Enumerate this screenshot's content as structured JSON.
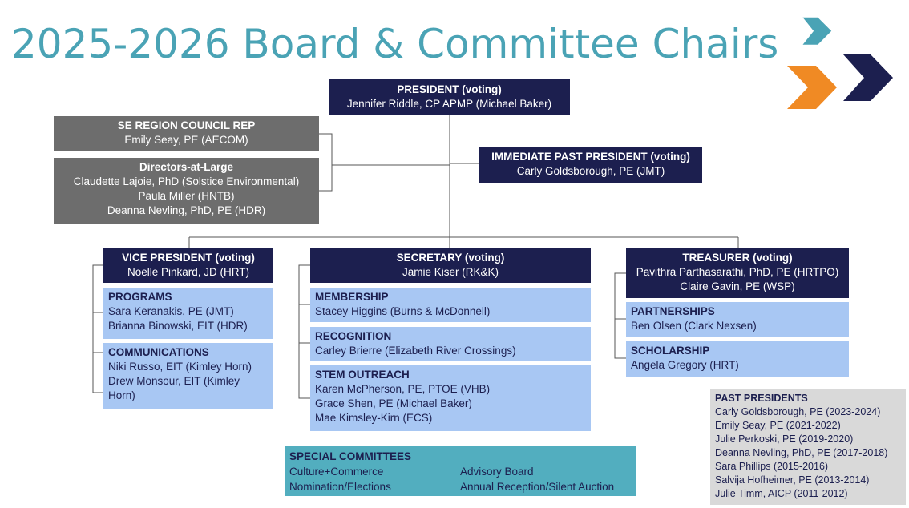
{
  "title": "2025-2026 Board & Committee Chairs",
  "colors": {
    "title": "#4aa3b5",
    "navy": "#1c1f4f",
    "gray": "#6d6d6d",
    "light_blue": "#a8c7f3",
    "teal": "#52aebf",
    "orange": "#f08a24",
    "past_bg": "#d9d9d9"
  },
  "president": {
    "title": "PRESIDENT (voting)",
    "name": "Jennifer Riddle, CP APMP (Michael Baker)"
  },
  "se_region": {
    "title": "SE REGION COUNCIL REP",
    "name": "Emily Seay, PE (AECOM)"
  },
  "directors": {
    "title": "Directors-at-Large",
    "names": [
      "Claudette Lajoie, PhD (Solstice Environmental)",
      "Paula Miller (HNTB)",
      "Deanna Nevling, PhD, PE (HDR)"
    ]
  },
  "past_president": {
    "title": "IMMEDIATE PAST PRESIDENT (voting)",
    "name": "Carly Goldsborough, PE (JMT)"
  },
  "vice_president": {
    "title": "VICE PRESIDENT (voting)",
    "name": "Noelle Pinkard, JD (HRT)",
    "committees": [
      {
        "title": "PROGRAMS",
        "lines": [
          "Sara Keranakis, PE (JMT)",
          "Brianna Binowski, EIT (HDR)"
        ]
      },
      {
        "title": "COMMUNICATIONS",
        "lines": [
          "Niki Russo, EIT (Kimley Horn)",
          "Drew Monsour, EIT (Kimley",
          "Horn)"
        ]
      }
    ]
  },
  "secretary": {
    "title": "SECRETARY (voting)",
    "name": "Jamie Kiser (RK&K)",
    "committees": [
      {
        "title": "MEMBERSHIP",
        "lines": [
          "Stacey Higgins (Burns & McDonnell)"
        ]
      },
      {
        "title": "RECOGNITION",
        "lines": [
          "Carley Brierre (Elizabeth River Crossings)"
        ]
      },
      {
        "title": "STEM OUTREACH",
        "lines": [
          "Karen McPherson, PE, PTOE (VHB)",
          "Grace Shen, PE (Michael Baker)",
          "Mae Kimsley-Kirn (ECS)"
        ]
      }
    ]
  },
  "treasurer": {
    "title": "TREASURER (voting)",
    "names": [
      "Pavithra Parthasarathi, PhD, PE (HRTPO)",
      "Claire Gavin, PE (WSP)"
    ],
    "committees": [
      {
        "title": "PARTNERSHIPS",
        "lines": [
          "Ben Olsen (Clark Nexsen)"
        ]
      },
      {
        "title": "SCHOLARSHIP",
        "lines": [
          "Angela Gregory (HRT)"
        ]
      }
    ]
  },
  "special": {
    "title": "SPECIAL COMMITTEES",
    "col1": [
      "Culture+Commerce",
      "Nomination/Elections"
    ],
    "col2": [
      "Advisory Board",
      "Annual Reception/Silent Auction"
    ]
  },
  "past_presidents": {
    "title": "PAST PRESIDENTS",
    "list": [
      "Carly Goldsborough, PE (2023-2024)",
      "Emily Seay, PE (2021-2022)",
      "Julie Perkoski, PE (2019-2020)",
      "Deanna Nevling, PhD, PE (2017-2018)",
      "Sara Phillips (2015-2016)",
      "Salvija Hofheimer, PE (2013-2014)",
      "Julie Timm, AICP (2011-2012)"
    ]
  },
  "logo": {
    "icon": "chevron-arrows-icon"
  }
}
